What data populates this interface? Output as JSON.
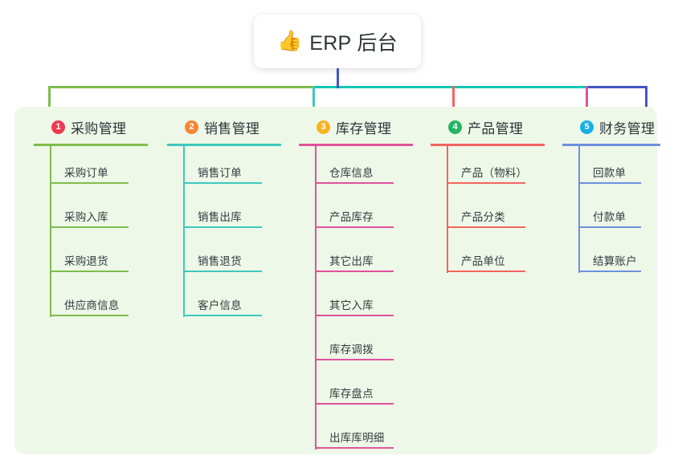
{
  "root": {
    "icon": "thumbs-up-icon",
    "icon_glyph": "👍",
    "title": "ERP 后台"
  },
  "panel": {
    "background": "#eef8e8"
  },
  "connector": {
    "trunk_color": "#4455c7",
    "segments": [
      {
        "color": "#7fbc4c"
      },
      {
        "color": "#0fc8b4"
      },
      {
        "color": "#4455c7"
      },
      {
        "color": "#4455c7"
      }
    ]
  },
  "columns": [
    {
      "index": "1",
      "title": "采购管理",
      "badge_color": "#ef3b52",
      "line_color": "#7fbc4c",
      "items": [
        "采购订单",
        "采购入库",
        "采购退货",
        "供应商信息"
      ]
    },
    {
      "index": "2",
      "title": "销售管理",
      "badge_color": "#f58634",
      "line_color": "#3fc8bc",
      "items": [
        "销售订单",
        "销售出库",
        "销售退货",
        "客户信息"
      ]
    },
    {
      "index": "3",
      "title": "库存管理",
      "badge_color": "#f5b324",
      "line_color": "#e0529c",
      "items": [
        "仓库信息",
        "产品库存",
        "其它出库",
        "其它入库",
        "库存调拨",
        "库存盘点",
        "出库库明细"
      ]
    },
    {
      "index": "4",
      "title": "产品管理",
      "badge_color": "#24b662",
      "line_color": "#f4645f",
      "items": [
        "产品（物料）",
        "产品分类",
        "产品单位"
      ]
    },
    {
      "index": "5",
      "title": "财务管理",
      "badge_color": "#16b0e5",
      "line_color": "#6f8fe0",
      "items": [
        "回款单",
        "付款单",
        "结算账户"
      ]
    }
  ]
}
